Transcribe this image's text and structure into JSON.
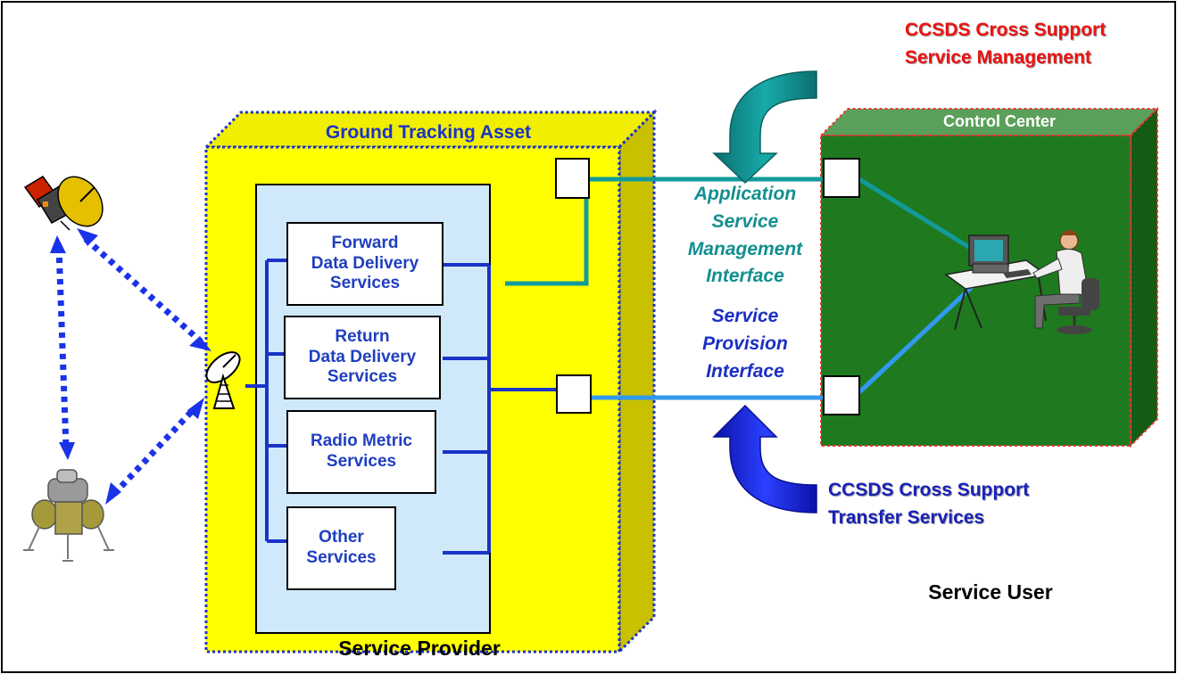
{
  "cross_support_management": {
    "line1": "CCSDS Cross Support",
    "line2": "Service Management"
  },
  "cross_support_transfer": {
    "line1": "CCSDS Cross Support",
    "line2": "Transfer Services"
  },
  "ground_tracking_asset": {
    "title": "Ground Tracking Asset"
  },
  "control_center": {
    "title": "Control Center"
  },
  "services": [
    {
      "label": "Forward\nData Delivery\nServices"
    },
    {
      "label": "Return\nData Delivery\nServices"
    },
    {
      "label": "Radio Metric\nServices"
    },
    {
      "label": "Other\nServices"
    }
  ],
  "interfaces": {
    "asm": {
      "line1": "Application",
      "line2": "Service",
      "line3": "Management",
      "line4": "Interface"
    },
    "sp": {
      "line1": "Service",
      "line2": "Provision",
      "line3": "Interface"
    }
  },
  "roles": {
    "provider": "Service Provider",
    "user": "Service User"
  },
  "colors": {
    "asset_fill": "#ffff00",
    "asset_side": "#d6cf00",
    "inner_fill": "#cfe9fb",
    "control_fill": "#1f7a1f",
    "teal": "#129a9a",
    "light_blue": "#3399ee",
    "dark_blue": "#1a33c8",
    "red": "#ee1111"
  },
  "icons": [
    "satellite-icon",
    "ground-antenna-icon",
    "lander-icon",
    "operator-workstation-icon"
  ]
}
